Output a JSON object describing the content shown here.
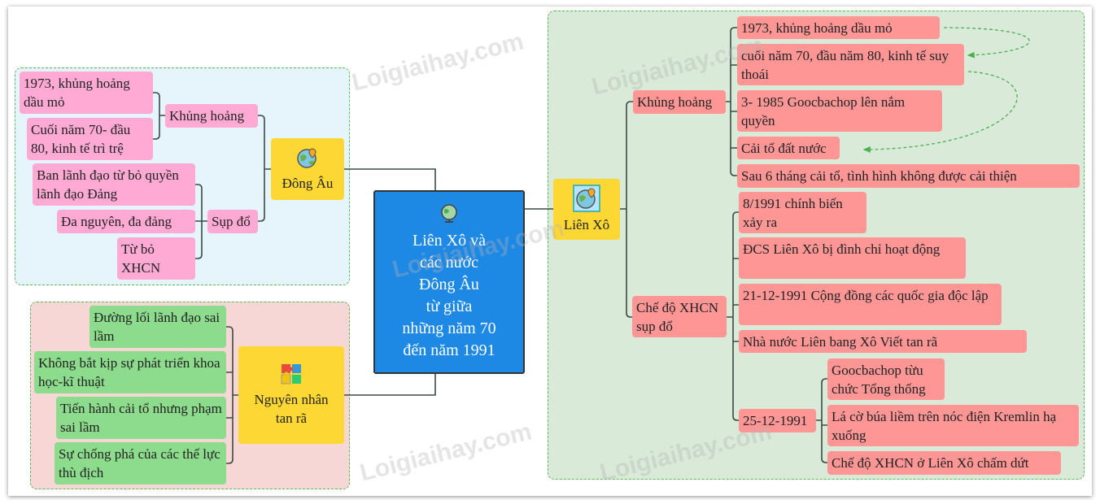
{
  "center": {
    "title": "Liên Xô và\ncác nước\nĐông Âu\ntừ giữa\nnhững năm 70\nđến năm 1991"
  },
  "dong_au": {
    "label": "Đông Âu",
    "khung_hoang": {
      "label": "Khủng hoảng",
      "items": [
        "1973, khủng hoảng dầu mỏ",
        "Cuối năm 70- đầu 80, kinh tế trì trệ"
      ]
    },
    "sup_do": {
      "label": "Sụp đổ",
      "items": [
        "Ban lãnh đạo từ bỏ quyền lãnh đạo Đảng",
        "Đa nguyên, đa đảng",
        "Từ bỏ XHCN"
      ]
    }
  },
  "nguyen_nhan": {
    "label": "Nguyên nhân tan rã",
    "items": [
      "Đường lối lãnh đạo sai lầm",
      "Không bắt kịp sự phát triển khoa học-kĩ thuật",
      "Tiến hành cải tổ nhưng phạm sai lầm",
      "Sự chống phá của các thế lực thù địch"
    ]
  },
  "lien_xo": {
    "label": "Liên Xô",
    "khung_hoang": {
      "label": "Khủng hoảng",
      "items": [
        "1973, khủng hoảng dầu mỏ",
        "cuối năm  70, đầu năm 80, kinh tế suy thoái",
        "3- 1985 Goocbachop lên nắm quyền",
        "Cải tổ đất nước",
        "Sau 6 tháng cải tổ, tình hình không được cải thiện"
      ]
    },
    "che_do": {
      "label": "Chế độ XHCN sụp đổ",
      "items": [
        "8/1991 chính biến xảy ra",
        "ĐCS Liên Xô bị đình chỉ hoạt động",
        "21-12-1991 Cộng đồng các quốc gia độc lập",
        "Nhà nước Liên bang Xô Viết tan rã"
      ],
      "date": {
        "label": "25-12-1991",
        "items": [
          "Goocbachop từu chức Tổng thống",
          "Lá cờ búa liềm trên nóc điện Kremlin hạ xuống",
          "Chế độ XHCN ở Liên Xô chấm dứt"
        ]
      }
    }
  },
  "watermarks": [
    "Loigiaihay.com",
    "Loigiaihay.com",
    "Loigiaihay.com",
    "Loigiaihay.com",
    "Loigiaihay.com"
  ],
  "colors": {
    "center": "#1e88e5",
    "topic": "#fdd835",
    "pink": "#ffaad4",
    "red": "#ff9696",
    "green": "#8ddb8d"
  }
}
